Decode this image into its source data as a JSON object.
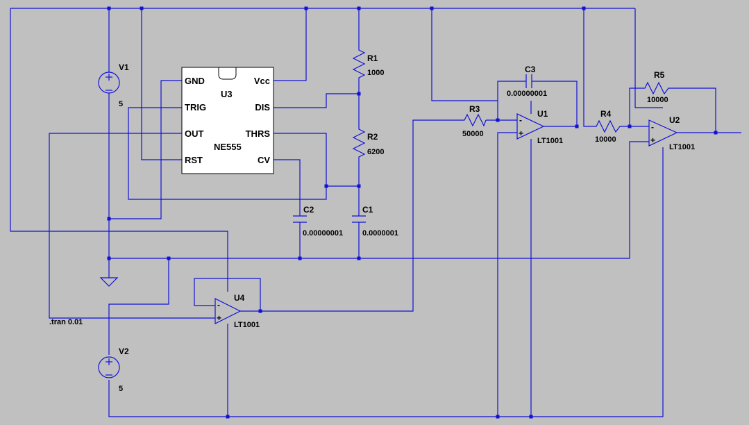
{
  "directive": ".tran 0.01",
  "components": {
    "V1": {
      "name": "V1",
      "value": "5"
    },
    "V2": {
      "name": "V2",
      "value": "5"
    },
    "U3": {
      "name": "U3",
      "part": "NE555",
      "pins": {
        "gnd": "GND",
        "vcc": "Vcc",
        "trig": "TRIG",
        "dis": "DIS",
        "out": "OUT",
        "thrs": "THRS",
        "rst": "RST",
        "cv": "CV"
      }
    },
    "R1": {
      "name": "R1",
      "value": "1000"
    },
    "R2": {
      "name": "R2",
      "value": "6200"
    },
    "R3": {
      "name": "R3",
      "value": "50000"
    },
    "R4": {
      "name": "R4",
      "value": "10000"
    },
    "R5": {
      "name": "R5",
      "value": "10000"
    },
    "C1": {
      "name": "C1",
      "value": "0.0000001"
    },
    "C2": {
      "name": "C2",
      "value": "0.00000001"
    },
    "C3": {
      "name": "C3",
      "value": "0.00000001"
    },
    "U1": {
      "name": "U1",
      "part": "LT1001"
    },
    "U2": {
      "name": "U2",
      "part": "LT1001"
    },
    "U4": {
      "name": "U4",
      "part": "LT1001"
    }
  },
  "opamp_signs": {
    "minus": "-",
    "plus": "+"
  },
  "colors": {
    "background": "#c0c0c0",
    "wire": "#1010d8",
    "ic_fill": "#ffffff"
  }
}
